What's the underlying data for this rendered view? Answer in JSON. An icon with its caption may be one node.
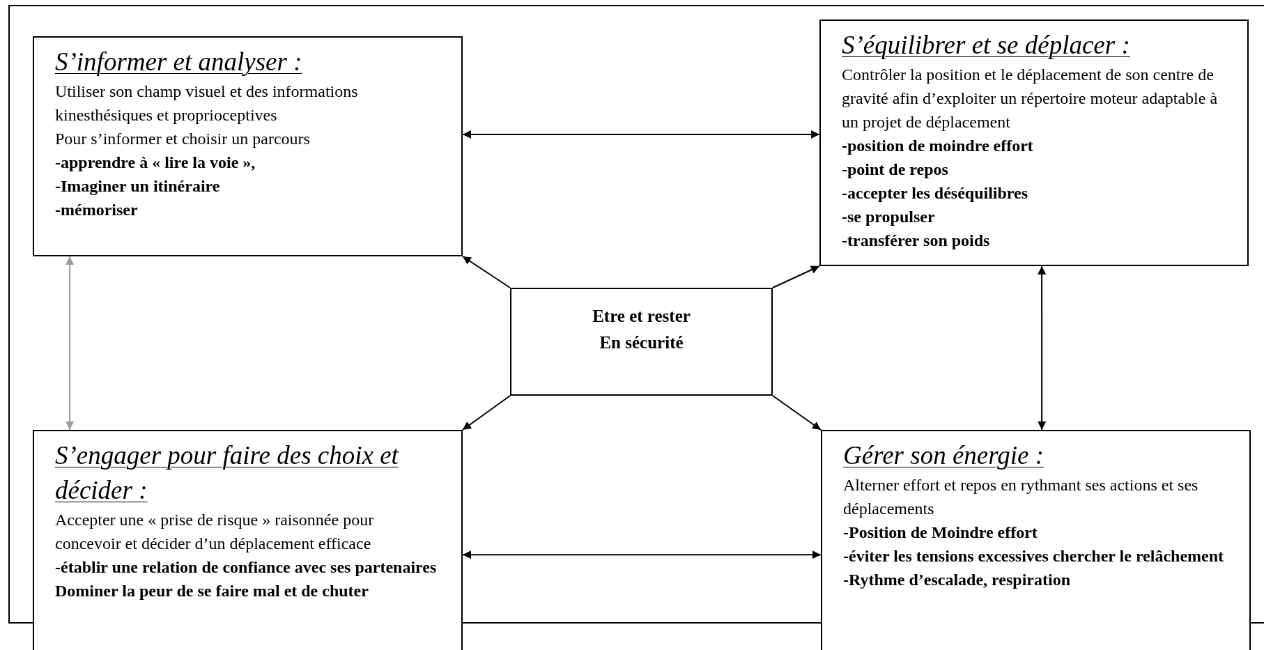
{
  "diagram": {
    "nodes": [
      {
        "text": [
          "S’informer et analyser :",
          "Utiliser son champ visuel et des informations kinesthésiques et proprioceptives",
          "Pour s’informer et choisir un parcours",
          "-apprendre à « lire la voie »,",
          "-Imaginer un itinéraire",
          "-mémoriser"
        ]
      },
      {
        "text": [
          "S’équilibrer et se déplacer :",
          "Contrôler la position et le déplacement de son centre de gravité  afin d’exploiter un répertoire moteur adaptable à un projet de déplacement",
          "-position de moindre effort",
          "-point de repos",
          "-accepter les déséquilibres",
          "-se propulser",
          "-transférer son poids"
        ]
      },
      {
        "text": [
          "Etre et rester",
          "En sécurité"
        ]
      },
      {
        "text": [
          "S’engager pour faire des choix et décider :",
          "Accepter une « prise de risque » raisonnée pour concevoir et décider d’un déplacement efficace",
          "-établir une relation de confiance avec ses partenaires",
          "Dominer la peur de se faire mal et de chuter"
        ]
      },
      {
        "text": [
          "Gérer son énergie :",
          "Alterner effort et repos en rythmant ses actions et ses déplacements",
          "-Position de Moindre effort",
          "-éviter les tensions excessives chercher le relâchement",
          "-Rythme d’escalade, respiration"
        ]
      }
    ],
    "edges": [
      {
        "from": 0,
        "to": 1,
        "arrow": "both"
      },
      {
        "from": 0,
        "to": 3,
        "arrow": "both",
        "color": "#9a9a9a"
      },
      {
        "from": 1,
        "to": 4,
        "arrow": "both"
      },
      {
        "from": 3,
        "to": 4,
        "arrow": "both"
      },
      {
        "from": 2,
        "to": 0,
        "arrow": "to"
      },
      {
        "from": 2,
        "to": 1,
        "arrow": "to"
      },
      {
        "from": 2,
        "to": 3,
        "arrow": "to"
      },
      {
        "from": 2,
        "to": 4,
        "arrow": "to"
      }
    ]
  }
}
